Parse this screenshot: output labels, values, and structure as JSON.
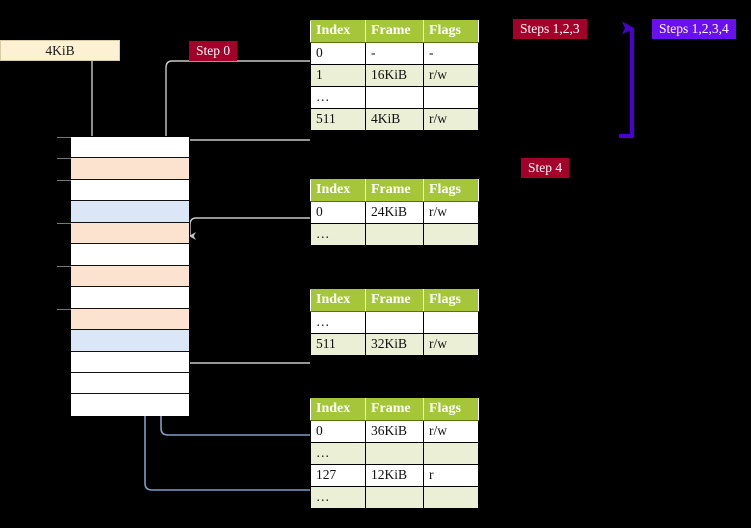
{
  "diagram": {
    "title_box": {
      "label": "4KiB"
    },
    "badges": [
      {
        "id": "step0",
        "label": "Step 0",
        "color": "#a3002a"
      },
      {
        "id": "steps123",
        "label": "Steps 1,2,3",
        "color": "#a3002a"
      },
      {
        "id": "steps1234",
        "label": "Steps 1,2,3,4",
        "color": "#6a0ff0"
      },
      {
        "id": "step4",
        "label": "Step 4",
        "color": "#a3002a"
      }
    ],
    "memory_column": {
      "name": "physical-memory-frames",
      "row_colors": [
        "white",
        "orange",
        "white",
        "blue",
        "orange",
        "white",
        "orange",
        "white",
        "orange",
        "blue",
        "white",
        "white",
        "white"
      ],
      "tick_rows": [
        0,
        1,
        2,
        4,
        6,
        8
      ]
    },
    "tables": [
      {
        "id": "ptable-0",
        "headers": [
          "Index",
          "Frame",
          "Flags"
        ],
        "rows": [
          {
            "cells": [
              "0",
              "-",
              "-"
            ],
            "alt": false,
            "highlight": false
          },
          {
            "cells": [
              "1",
              "16KiB",
              "r/w"
            ],
            "alt": true,
            "highlight": false
          },
          {
            "cells": [
              "…",
              "",
              ""
            ],
            "alt": false,
            "highlight": false
          },
          {
            "cells": [
              "511",
              "4KiB",
              "r/w"
            ],
            "alt": true,
            "highlight": true
          }
        ]
      },
      {
        "id": "ptable-1",
        "headers": [
          "Index",
          "Frame",
          "Flags"
        ],
        "rows": [
          {
            "cells": [
              "0",
              "24KiB",
              "r/w"
            ],
            "alt": false,
            "highlight": false
          },
          {
            "cells": [
              "…",
              "",
              ""
            ],
            "alt": true,
            "highlight": false
          }
        ]
      },
      {
        "id": "ptable-2",
        "headers": [
          "Index",
          "Frame",
          "Flags"
        ],
        "rows": [
          {
            "cells": [
              "…",
              "",
              ""
            ],
            "alt": false,
            "highlight": false
          },
          {
            "cells": [
              "511",
              "32KiB",
              "r/w"
            ],
            "alt": true,
            "highlight": false
          }
        ]
      },
      {
        "id": "ptable-3",
        "headers": [
          "Index",
          "Frame",
          "Flags"
        ],
        "rows": [
          {
            "cells": [
              "0",
              "36KiB",
              "r/w"
            ],
            "alt": false,
            "highlight": false
          },
          {
            "cells": [
              "…",
              "",
              ""
            ],
            "alt": true,
            "highlight": false
          },
          {
            "cells": [
              "127",
              "12KiB",
              "r"
            ],
            "alt": false,
            "highlight": false
          },
          {
            "cells": [
              "…",
              "",
              ""
            ],
            "alt": true,
            "highlight": false
          }
        ]
      }
    ],
    "colors": {
      "background": "#000000",
      "header_green": "#a5c639",
      "alt_row": "#eaefd5",
      "highlight_yellow": "#ffff99",
      "frame_orange": "#fce3cf",
      "frame_blue": "#dbe6f6",
      "wire_grey": "#c9c9c9",
      "wire_blue": "#7e9dc7",
      "wire_violet": "#4b00d0",
      "kib_box": "#fdf1d4"
    }
  }
}
